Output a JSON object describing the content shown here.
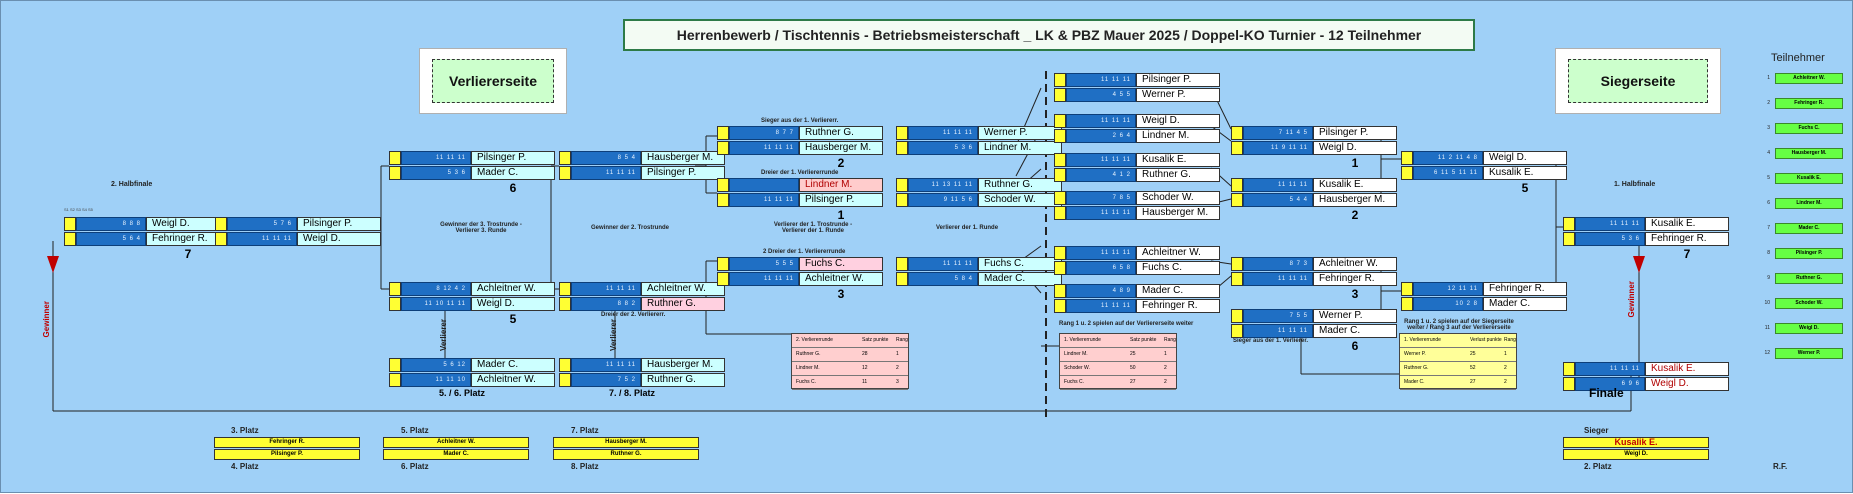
{
  "title": "Herrenbewerb / Tischtennis - Betriebsmeisterschaft _ LK & PBZ Mauer 2025 / Doppel-KO Turnier - 12 Teilnehmer",
  "side_left": "Verliererseite",
  "side_right": "Siegerseite",
  "participants_title": "Teilnehmer",
  "participants": [
    {
      "n": "1",
      "name": "Achleitner W."
    },
    {
      "n": "2",
      "name": "Fehringer R."
    },
    {
      "n": "3",
      "name": "Fuchs C."
    },
    {
      "n": "4",
      "name": "Hausberger M."
    },
    {
      "n": "5",
      "name": "Kusalik E."
    },
    {
      "n": "6",
      "name": "Lindner M."
    },
    {
      "n": "7",
      "name": "Mader C."
    },
    {
      "n": "8",
      "name": "Pilsinger P."
    },
    {
      "n": "9",
      "name": "Ruthner G."
    },
    {
      "n": "10",
      "name": "Schoder W."
    },
    {
      "n": "11",
      "name": "Weigl D."
    },
    {
      "n": "12",
      "name": "Werner P."
    }
  ],
  "labels": {
    "halbfinale2": "2. Halbfinale",
    "halbfinale1": "1. Halbfinale",
    "finale": "Finale",
    "gewinner": "Gewinner",
    "verlierer": "Verlierer",
    "m56": "5. / 6. Platz",
    "m78": "7. / 8. Platz",
    "n_sieger1": "Sieger aus der 1. Verliererr.",
    "n_drei": "Dreier der 1. Verliererrunde",
    "n_gew3": "Gewinner der 3. Trostrunde - Verlierer 3. Runde",
    "n_gew2": "Gewinner der 2. Trostrunde",
    "n_verl1": "Verlierer der 1. Trostrunde - Verlierer der 1. Runde",
    "n_verl1r": "Verlierer der 1. Runde",
    "n_2dreier": "2 Dreier der 1. Verliererrunde",
    "n_dreier2": "Dreier der 2. Verliererr.",
    "n_siegerv": "Sieger aus der 1. Verlierer.",
    "rang_left": "Rang 1 u. 2 spielen auf der Verliererseite weiter",
    "rang_right": "Rang 1 u. 2 spielen auf der Siegerseite weiter / Rang 3 auf der Verliererseite",
    "rf": "R.F.",
    "sieger": "Sieger",
    "p2": "2. Platz"
  },
  "places": {
    "p3": {
      "label": "3. Platz",
      "top": "Fehringer R.",
      "bottom": "Pilsinger P.",
      "below": "4. Platz"
    },
    "p5": {
      "label": "5. Platz",
      "top": "Achleitner W.",
      "bottom": "Mader C.",
      "below": "6. Platz"
    },
    "p7": {
      "label": "7. Platz",
      "top": "Hausberger M.",
      "bottom": "Ruthner G.",
      "below": "8. Platz"
    },
    "p1": {
      "top": "Kusalik E.",
      "bottom": "Weigl D."
    }
  },
  "matches": {
    "hf2": {
      "a": "Weigl D.",
      "b": "Fehringer R.",
      "num": "7",
      "sa": "8 8 8",
      "sb": "5 6 4"
    },
    "hf2b": {
      "a": "Pilsinger P.",
      "b": "Weigl D.",
      "sa": "5 7 6",
      "sb": "11 11 11"
    },
    "l1": {
      "a": "Pilsinger P.",
      "b": "Mader C.",
      "num": "6",
      "sa": "11 11 11",
      "sb": "5 3 6"
    },
    "l2": {
      "a": "Hausberger M.",
      "b": "Pilsinger P.",
      "sa": "8 5 4",
      "sb": "11 11 11"
    },
    "l3": {
      "a": "Achleitner W.",
      "b": "Weigl D.",
      "num": "5",
      "sa": "8 12 4 2",
      "sb": "11 10 11 11"
    },
    "l4": {
      "a": "Achleitner W.",
      "b": "Ruthner G.",
      "sa": "11 11 11",
      "sb": "8 8 2"
    },
    "l5": {
      "a": "Mader C.",
      "b": "Achleitner W.",
      "sa": "5 6 12",
      "sb": "11 11 10"
    },
    "l6": {
      "a": "Hausberger M.",
      "b": "Ruthner G.",
      "sa": "11 11 11",
      "sb": "7 5 2"
    },
    "c1": {
      "a": "Ruthner G.",
      "b": "Hausberger M.",
      "num": "2",
      "sa": "8 7 7",
      "sb": "11 11 11"
    },
    "c2": {
      "a": "Lindner M.",
      "b": "Pilsinger P.",
      "num": "1",
      "sa": "",
      "sb": "11 11 11"
    },
    "c3": {
      "a": "Fuchs C.",
      "b": "Achleitner W.",
      "num": "3",
      "sa": "5 5 5",
      "sb": "11 11 11"
    },
    "d1": {
      "a": "Werner P.",
      "b": "Lindner M.",
      "sa": "11 11 11",
      "sb": "5 3 6"
    },
    "d2": {
      "a": "Ruthner G.",
      "b": "Schoder W.",
      "sa": "11 13 11 11",
      "sb": "9 11 5 6"
    },
    "d3": {
      "a": "Fuchs C.",
      "b": "Mader C.",
      "sa": "11 11 11",
      "sb": "5 8 4"
    },
    "w1": {
      "a": "Pilsinger P.",
      "b": "Werner P.",
      "sa": "11 11 11",
      "sb": "4 5 5"
    },
    "w2": {
      "a": "Weigl D.",
      "b": "Lindner M.",
      "sa": "11 11 11",
      "sb": "2 6 4"
    },
    "w3": {
      "a": "Kusalik E.",
      "b": "Ruthner G.",
      "sa": "11 11 11",
      "sb": "4 1 2"
    },
    "w4": {
      "a": "Schoder W.",
      "b": "Hausberger M.",
      "sa": "7 8 5",
      "sb": "11 11 11"
    },
    "w5": {
      "a": "Achleitner W.",
      "b": "Fuchs C.",
      "sa": "11 11 11",
      "sb": "6 5 8"
    },
    "w6": {
      "a": "Mader C.",
      "b": "Fehringer R.",
      "sa": "4 8 9",
      "sb": "11 11 11"
    },
    "s1": {
      "a": "Pilsinger P.",
      "b": "Weigl D.",
      "num": "1",
      "sa": "7 11 4 5",
      "sb": "11 9 11 11"
    },
    "s2": {
      "a": "Kusalik E.",
      "b": "Hausberger M.",
      "num": "2",
      "sa": "11 11 11",
      "sb": "5 4 4"
    },
    "s3": {
      "a": "Achleitner W.",
      "b": "Fehringer R.",
      "num": "3",
      "sa": "8 7 3",
      "sb": "11 11 11"
    },
    "s4": {
      "a": "Werner P.",
      "b": "Mader C.",
      "num": "6",
      "sa": "7 5 5",
      "sb": "11 11 11"
    },
    "s5": {
      "a": "Weigl D.",
      "b": "Kusalik E.",
      "num": "5",
      "sa": "11 2 11 4 8",
      "sb": "6 11 5 11 11"
    },
    "s6": {
      "a": "Fehringer R.",
      "b": "Mader C.",
      "sa": "12 11 11",
      "sb": "10 2 8"
    },
    "hf1": {
      "a": "Kusalik E.",
      "b": "Fehringer R.",
      "num": "7",
      "sa": "11 11 11",
      "sb": "5 3 6"
    },
    "fin": {
      "a": "Kusalik E.",
      "b": "Weigl D.",
      "sa": "11 11 11",
      "sb": "6 9 6"
    }
  },
  "table_left": {
    "head": [
      "2. Verliererrunde",
      "Satz punkte",
      "Rang"
    ],
    "rows": [
      [
        "Ruthner G.",
        "28",
        "1"
      ],
      [
        "Lindner M.",
        "12",
        "2"
      ],
      [
        "Fuchs C.",
        "11",
        "3"
      ]
    ]
  },
  "table_center": {
    "head": [
      "1. Verliererrunde",
      "Satz punkte",
      "Rang"
    ],
    "rows": [
      [
        "Lindner M.",
        "25",
        "1"
      ],
      [
        "Schoder W.",
        "50",
        "2"
      ],
      [
        "Fuchs C.",
        "27",
        "2"
      ]
    ]
  },
  "table_right": {
    "head": [
      "1. Verliererrunde",
      "Verlust punkte",
      "Rang"
    ],
    "rows": [
      [
        "Werner P.",
        "25",
        "1"
      ],
      [
        "Ruthner G.",
        "52",
        "2"
      ],
      [
        "Mader C.",
        "27",
        "2"
      ]
    ]
  }
}
